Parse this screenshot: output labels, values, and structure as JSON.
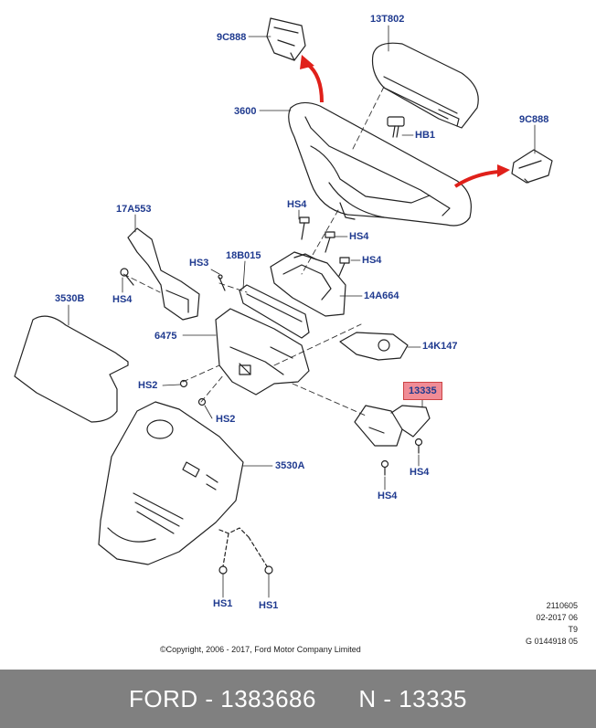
{
  "labels": {
    "l_9c888_a": "9C888",
    "l_13t802": "13T802",
    "l_3600": "3600",
    "l_hb1": "HB1",
    "l_9c888_b": "9C888",
    "l_17a553": "17A553",
    "l_hs4_a": "HS4",
    "l_hs4_b": "HS4",
    "l_hs4_c": "HS4",
    "l_hs3": "HS3",
    "l_18b015": "18B015",
    "l_hs4_d": "HS4",
    "l_14a664": "14A664",
    "l_3530b": "3530B",
    "l_6475": "6475",
    "l_14k147": "14K147",
    "l_13335": "13335",
    "l_hs2_a": "HS2",
    "l_hs2_b": "HS2",
    "l_3530a": "3530A",
    "l_hs4_e": "HS4",
    "l_hs4_f": "HS4",
    "l_hs1_a": "HS1",
    "l_hs1_b": "HS1"
  },
  "reference": {
    "line1": "2110605",
    "line2": "02-2017 06",
    "line3": "T9",
    "line4": "G 0144918 05"
  },
  "copyright": "©Copyright, 2006 - 2017, Ford Motor Company Limited",
  "footer": {
    "brand_part": "FORD - 1383686",
    "number_part": "N - 13335"
  },
  "colors": {
    "label": "#1f3a8f",
    "highlight": "#f08c96",
    "arrow": "#e0201a",
    "footer_bg": "#808080"
  }
}
